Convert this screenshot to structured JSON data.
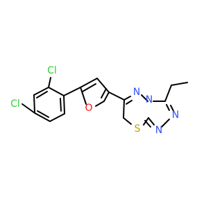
{
  "molecule": {
    "colors": {
      "bond": "#000000",
      "Cl": "#33cc33",
      "O": "#ff0d0d",
      "N": "#3050f8",
      "S": "#b8a400"
    },
    "atoms": [
      {
        "id": "cl1",
        "symbol": "Cl",
        "label": "Cl"
      },
      {
        "id": "cl2",
        "symbol": "Cl",
        "label": "Cl"
      },
      {
        "id": "o1",
        "symbol": "O",
        "label": "O"
      },
      {
        "id": "n1",
        "symbol": "N",
        "label": "N"
      },
      {
        "id": "n2",
        "symbol": "N",
        "label": "N"
      },
      {
        "id": "n3",
        "symbol": "N",
        "label": "N"
      },
      {
        "id": "n4",
        "symbol": "N",
        "label": "N"
      },
      {
        "id": "s1",
        "symbol": "S",
        "label": "S"
      }
    ]
  }
}
